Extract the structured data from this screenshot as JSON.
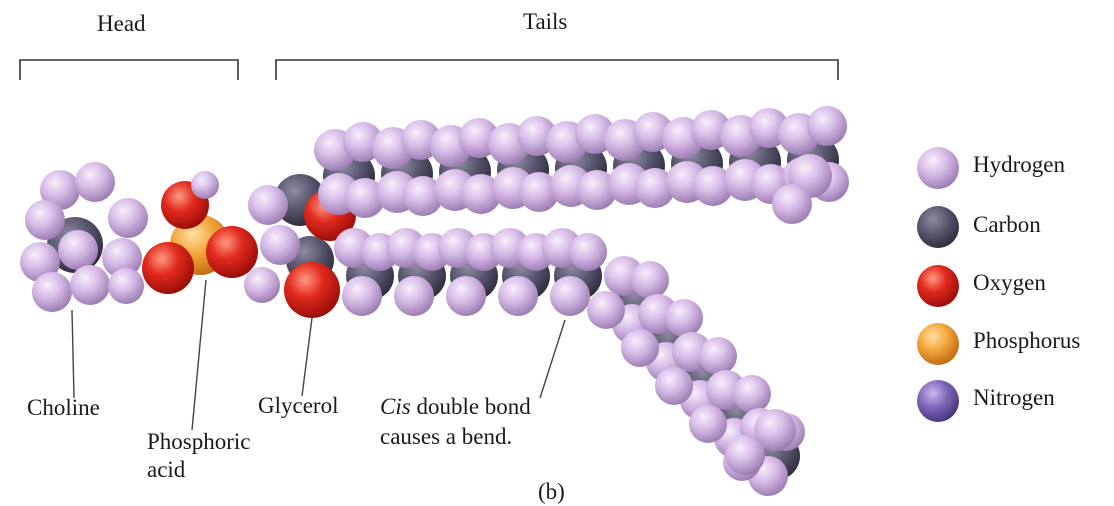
{
  "labels": {
    "head": "Head",
    "tails": "Tails",
    "choline": "Choline",
    "phosphoric_line1": "Phosphoric",
    "phosphoric_line2": "acid",
    "glycerol": "Glycerol",
    "cis_word": "Cis",
    "cis_rest_line1": " double bond",
    "cis_line2": "causes a bend.",
    "panel": "(b)"
  },
  "legend": [
    {
      "name": "Hydrogen",
      "color": "#d7b8e6"
    },
    {
      "name": "Carbon",
      "color": "#55536a"
    },
    {
      "name": "Oxygen",
      "color": "#e12a1d"
    },
    {
      "name": "Phosphorus",
      "color": "#f2a43a"
    },
    {
      "name": "Nitrogen",
      "color": "#7e66b8"
    }
  ]
}
